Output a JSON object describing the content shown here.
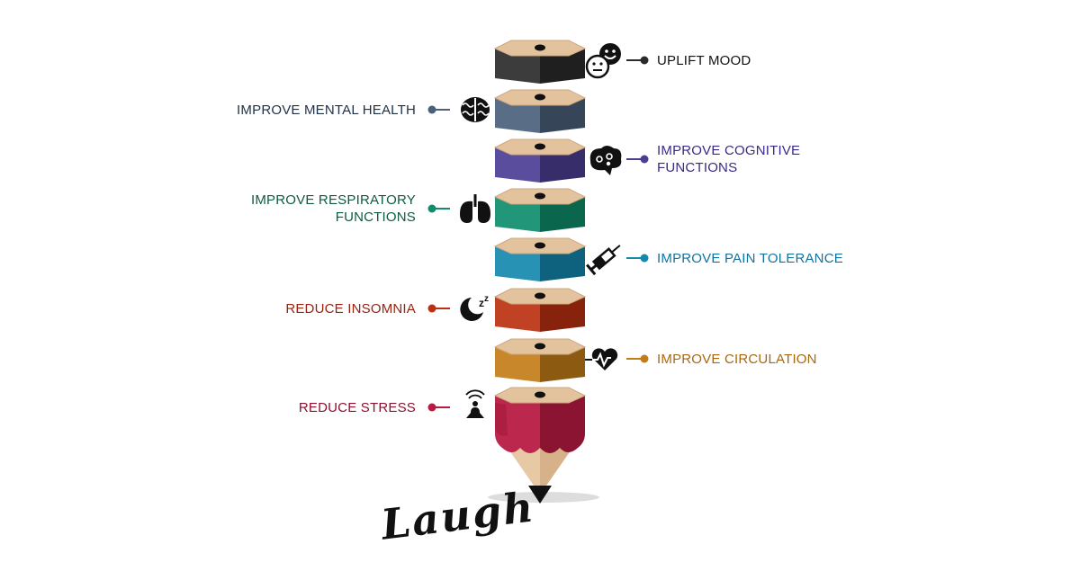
{
  "layers": [
    {
      "label_lines": [
        "UPLIFT MOOD"
      ],
      "side": "right",
      "color": "#2b2b2b",
      "text_color": "#111111",
      "icon": "smiley-faces-icon"
    },
    {
      "label_lines": [
        "IMPROVE MENTAL HEALTH"
      ],
      "side": "left",
      "color": "#4c607c",
      "text_color": "#1f3147",
      "icon": "brain-icon"
    },
    {
      "label_lines": [
        "IMPROVE COGNITIVE",
        "FUNCTIONS"
      ],
      "side": "right",
      "color": "#4d3e94",
      "text_color": "#3a2a85",
      "icon": "cognitive-brain-icon"
    },
    {
      "label_lines": [
        "IMPROVE RESPIRATORY",
        "FUNCTIONS"
      ],
      "side": "left",
      "color": "#0f8d6c",
      "text_color": "#0d5a45",
      "icon": "lungs-icon"
    },
    {
      "label_lines": [
        "IMPROVE PAIN TOLERANCE"
      ],
      "side": "right",
      "color": "#1488ad",
      "text_color": "#1172a0",
      "icon": "syringe-icon"
    },
    {
      "label_lines": [
        "REDUCE INSOMNIA"
      ],
      "side": "left",
      "color": "#bb3010",
      "text_color": "#992211",
      "icon": "sleep-moon-icon"
    },
    {
      "label_lines": [
        "IMPROVE CIRCULATION"
      ],
      "side": "right",
      "color": "#c27d18",
      "text_color": "#a86812",
      "icon": "heartbeat-icon"
    },
    {
      "label_lines": [
        "REDUCE STRESS"
      ],
      "side": "left",
      "color": "#b81a42",
      "text_color": "#8c1230",
      "icon": "meditation-icon"
    }
  ],
  "footer_word": "Laugh"
}
